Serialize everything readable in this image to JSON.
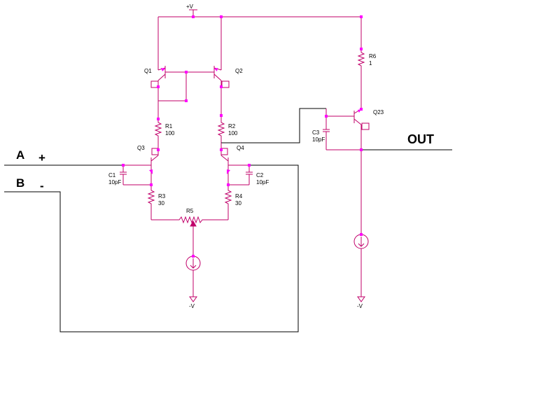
{
  "supply": {
    "positive": "+V",
    "negative": "-V"
  },
  "inputs": {
    "a_label": "A",
    "a_sign": "+",
    "b_label": "B",
    "b_sign": "-"
  },
  "output": {
    "label": "OUT"
  },
  "components": {
    "Q1": "Q1",
    "Q2": "Q2",
    "Q3": "Q3",
    "Q4": "Q4",
    "Q23": "Q23",
    "R1": {
      "name": "R1",
      "value": "100"
    },
    "R2": {
      "name": "R2",
      "value": "100"
    },
    "R3": {
      "name": "R3",
      "value": "30"
    },
    "R4": {
      "name": "R4",
      "value": "30"
    },
    "R5": {
      "name": "R5"
    },
    "R6": {
      "name": "R6",
      "value": "1"
    },
    "C1": {
      "name": "C1",
      "value": "10pF"
    },
    "C2": {
      "name": "C2",
      "value": "10pF"
    },
    "C3": {
      "name": "C3",
      "value": "10pF"
    }
  },
  "colors": {
    "wire": "#c0006a",
    "node": "#ff00ff",
    "external": "#000000"
  }
}
